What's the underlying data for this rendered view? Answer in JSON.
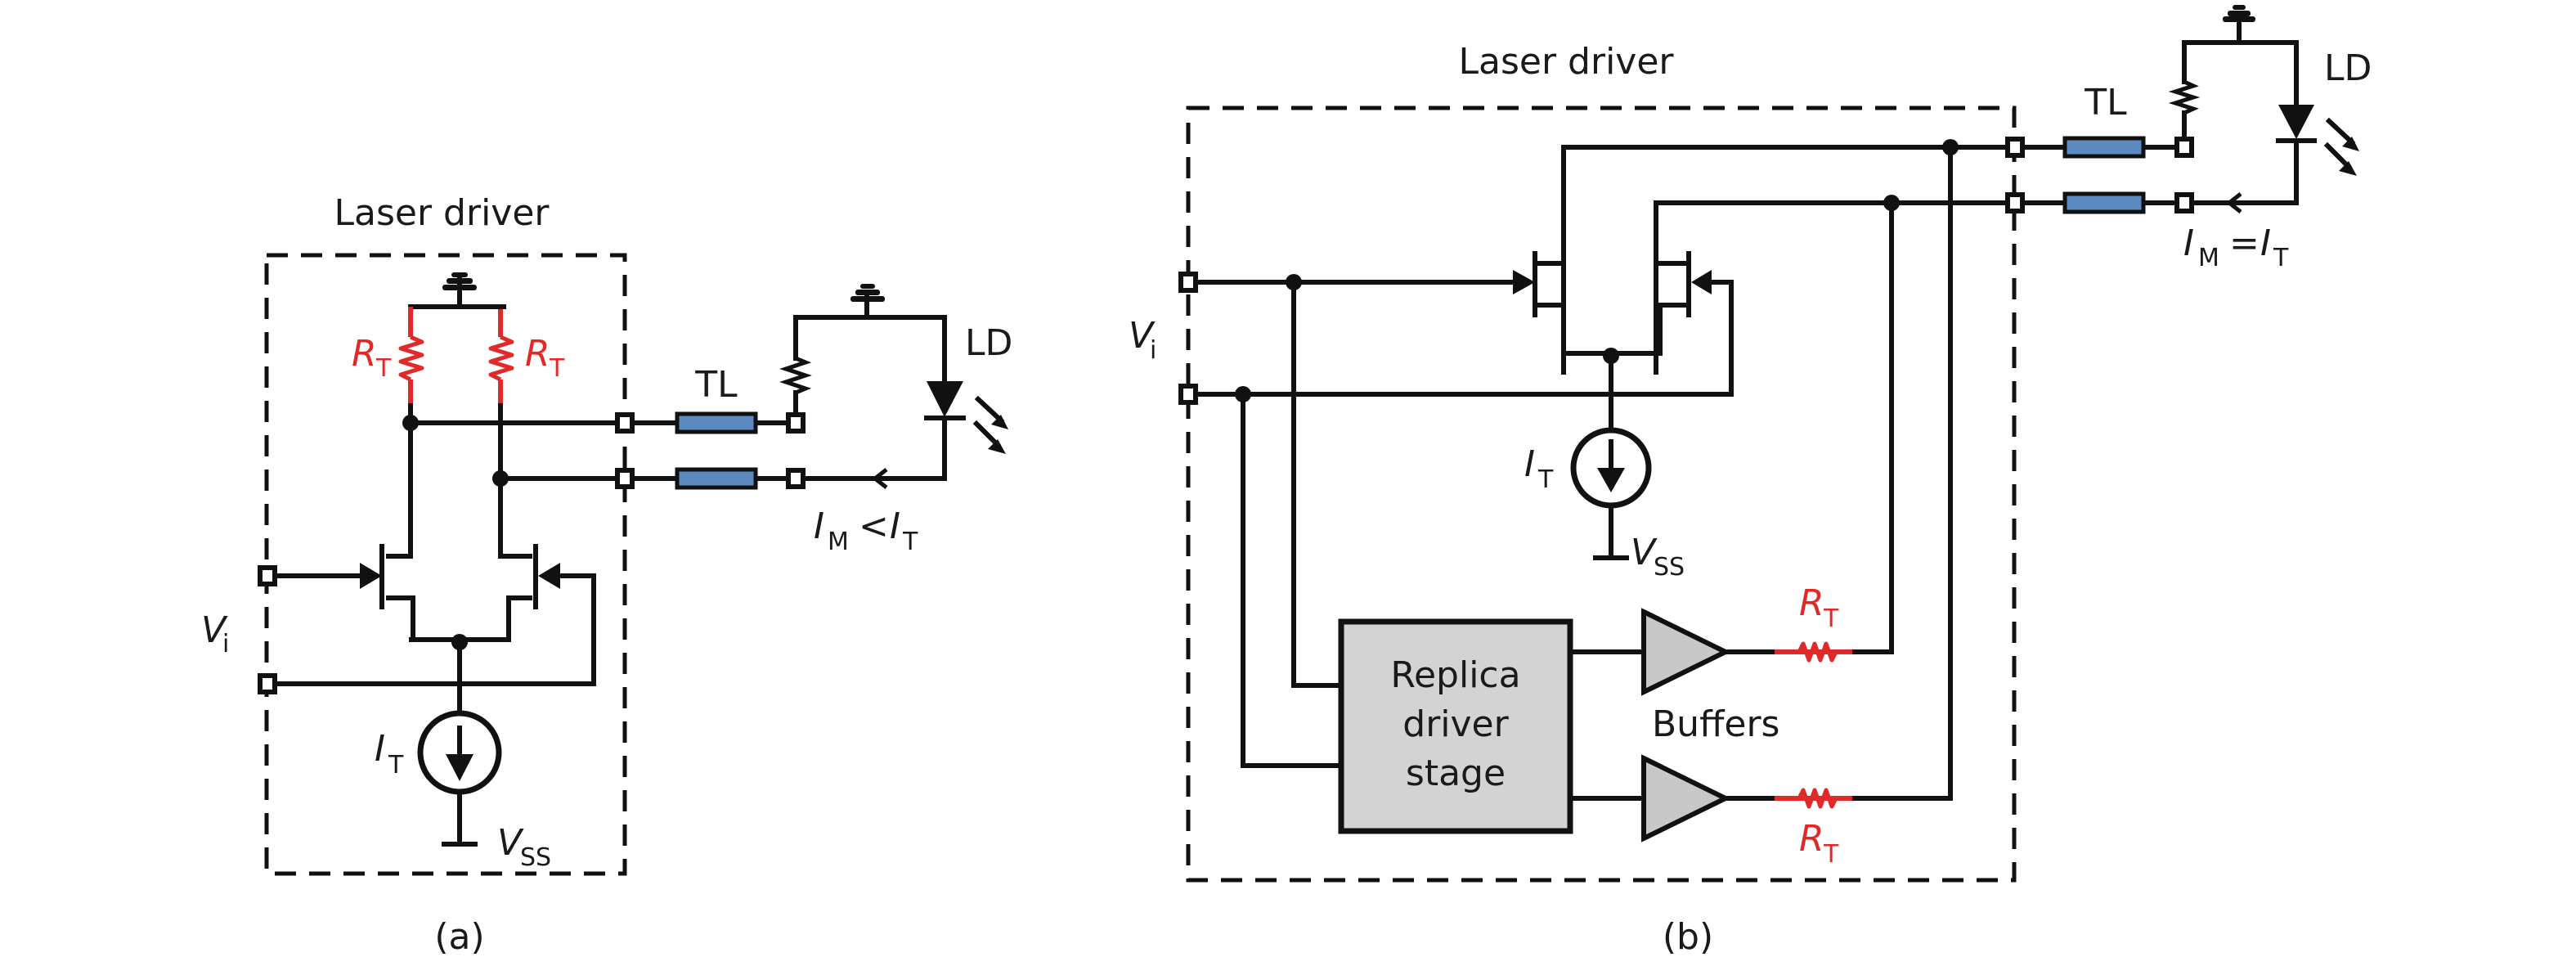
{
  "panel_a": {
    "title": "Laser driver",
    "caption": "(a)",
    "labels": {
      "rt_left": "R",
      "rt_left_sub": "T",
      "rt_right": "R",
      "rt_right_sub": "T",
      "tl": "TL",
      "ld": "LD",
      "vi": "V",
      "vi_sub": "i",
      "it": "I",
      "it_sub": "T",
      "vss": "V",
      "vss_sub": "SS",
      "im_rel_i": "I",
      "im_rel_m": "M",
      "im_rel_op": "<",
      "im_rel_i2": "I",
      "im_rel_t": "T"
    }
  },
  "panel_b": {
    "title": "Laser driver",
    "caption": "(b)",
    "labels": {
      "tl": "TL",
      "ld": "LD",
      "vi": "V",
      "vi_sub": "i",
      "it": "I",
      "it_sub": "T",
      "vss": "V",
      "vss_sub": "SS",
      "replica_line1": "Replica",
      "replica_line2": "driver",
      "replica_line3": "stage",
      "buffers": "Buffers",
      "rt_top": "R",
      "rt_top_sub": "T",
      "rt_bottom": "R",
      "rt_bottom_sub": "T",
      "im_rel_i": "I",
      "im_rel_m": "M",
      "im_rel_op": "=",
      "im_rel_i2": "I",
      "im_rel_t": "T"
    }
  },
  "colors": {
    "wire": "#111111",
    "termination_resistor": "#e02a2a",
    "transmission_line": "#5b89c0",
    "replica_block": "#d3d3d3",
    "buffer": "#c8c8c8"
  }
}
